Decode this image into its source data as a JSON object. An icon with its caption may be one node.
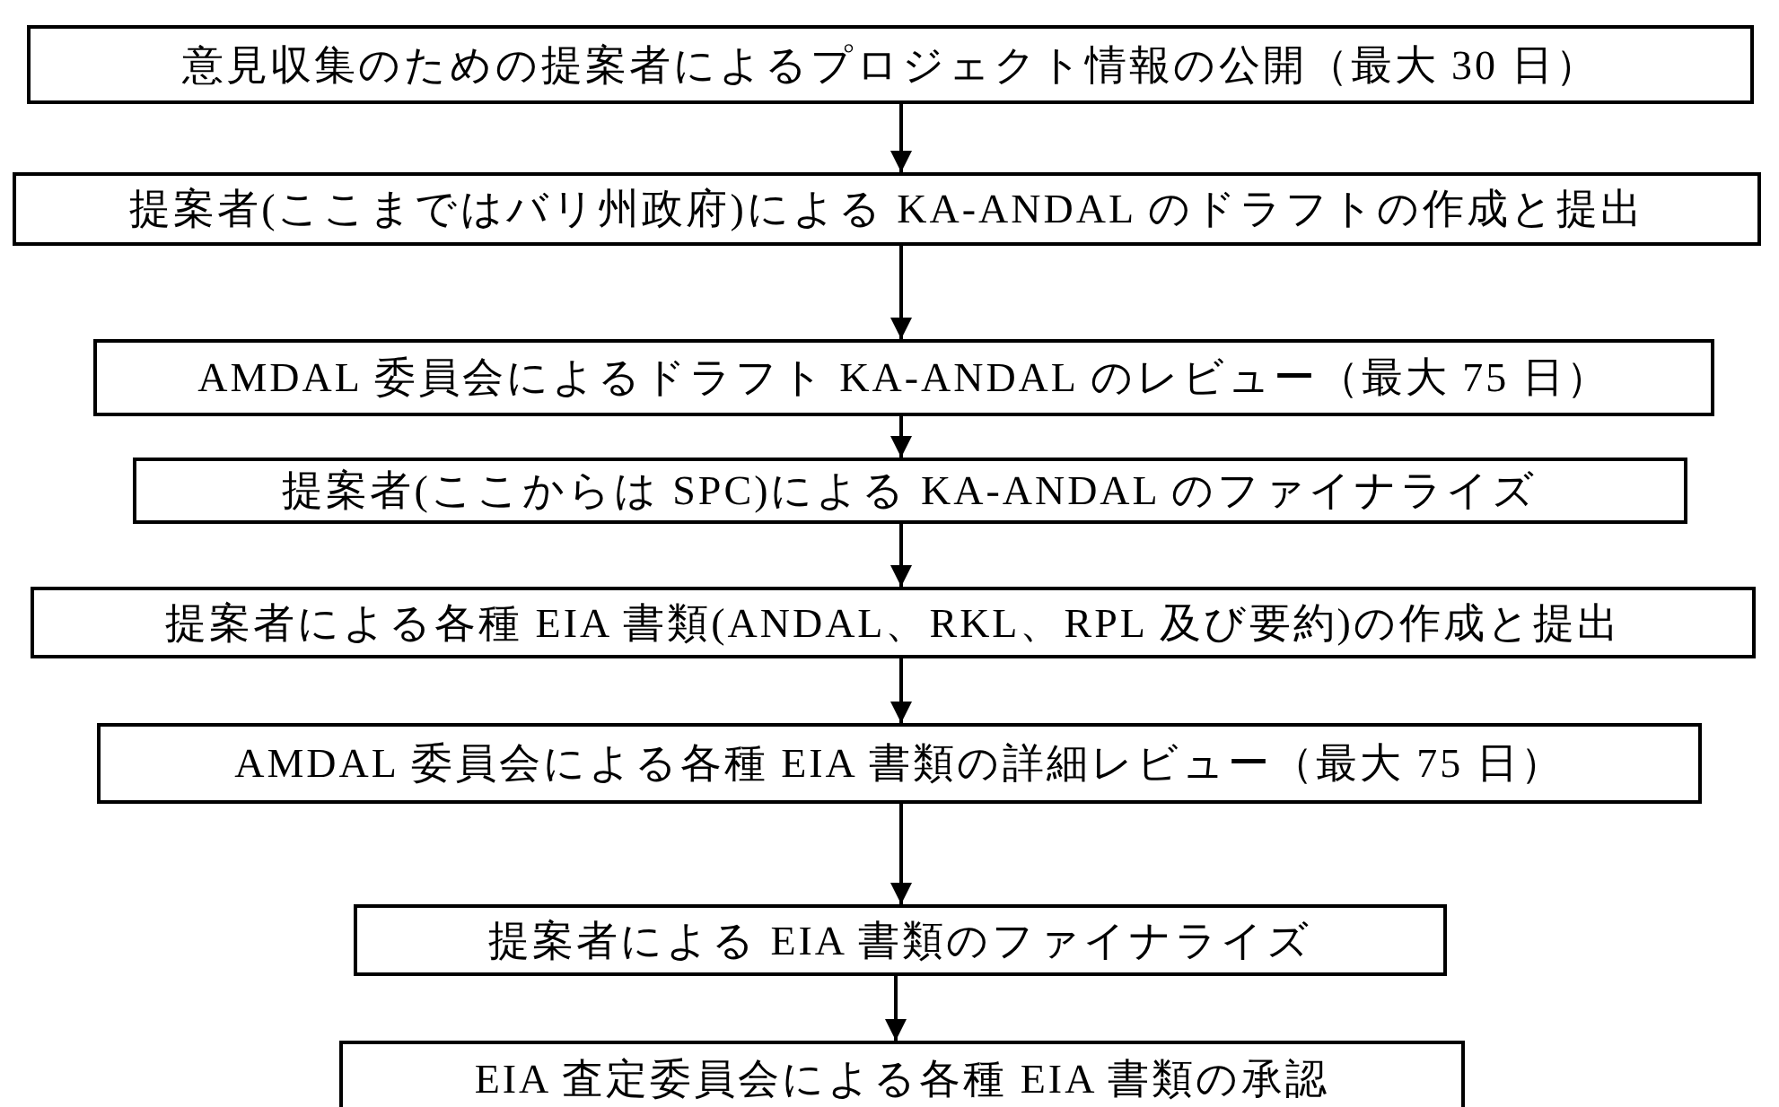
{
  "diagram": {
    "nodes": [
      {
        "text": [
          "意見収集のための提案者によるプロジェクト情報の公開（最大 30 日）"
        ]
      },
      {
        "text": [
          "提案者(ここまではバリ州政府)による KA-ANDAL のドラフトの作成と提出"
        ]
      },
      {
        "text": [
          "AMDAL 委員会によるドラフト KA-ANDAL のレビュー（最大 75 日）"
        ]
      },
      {
        "text": [
          "提案者(ここからは SPC)による KA-ANDAL のファイナライズ"
        ]
      },
      {
        "text": [
          "提案者による各種 EIA 書類(ANDAL、RKL、RPL 及び要約)の作成と提出"
        ]
      },
      {
        "text": [
          "AMDAL 委員会による各種 EIA 書類の詳細レビュー（最大 75 日）"
        ]
      },
      {
        "text": [
          "提案者による EIA 書類のファイナライズ"
        ]
      },
      {
        "text": [
          "EIA 査定委員会による各種 EIA 書類の承認"
        ]
      }
    ],
    "edges": [
      {
        "from": 0,
        "to": 1,
        "arrow": "to"
      },
      {
        "from": 1,
        "to": 2,
        "arrow": "to"
      },
      {
        "from": 2,
        "to": 3,
        "arrow": "to"
      },
      {
        "from": 3,
        "to": 4,
        "arrow": "to"
      },
      {
        "from": 4,
        "to": 5,
        "arrow": "to"
      },
      {
        "from": 5,
        "to": 6,
        "arrow": "to"
      },
      {
        "from": 6,
        "to": 7,
        "arrow": "to"
      }
    ]
  }
}
